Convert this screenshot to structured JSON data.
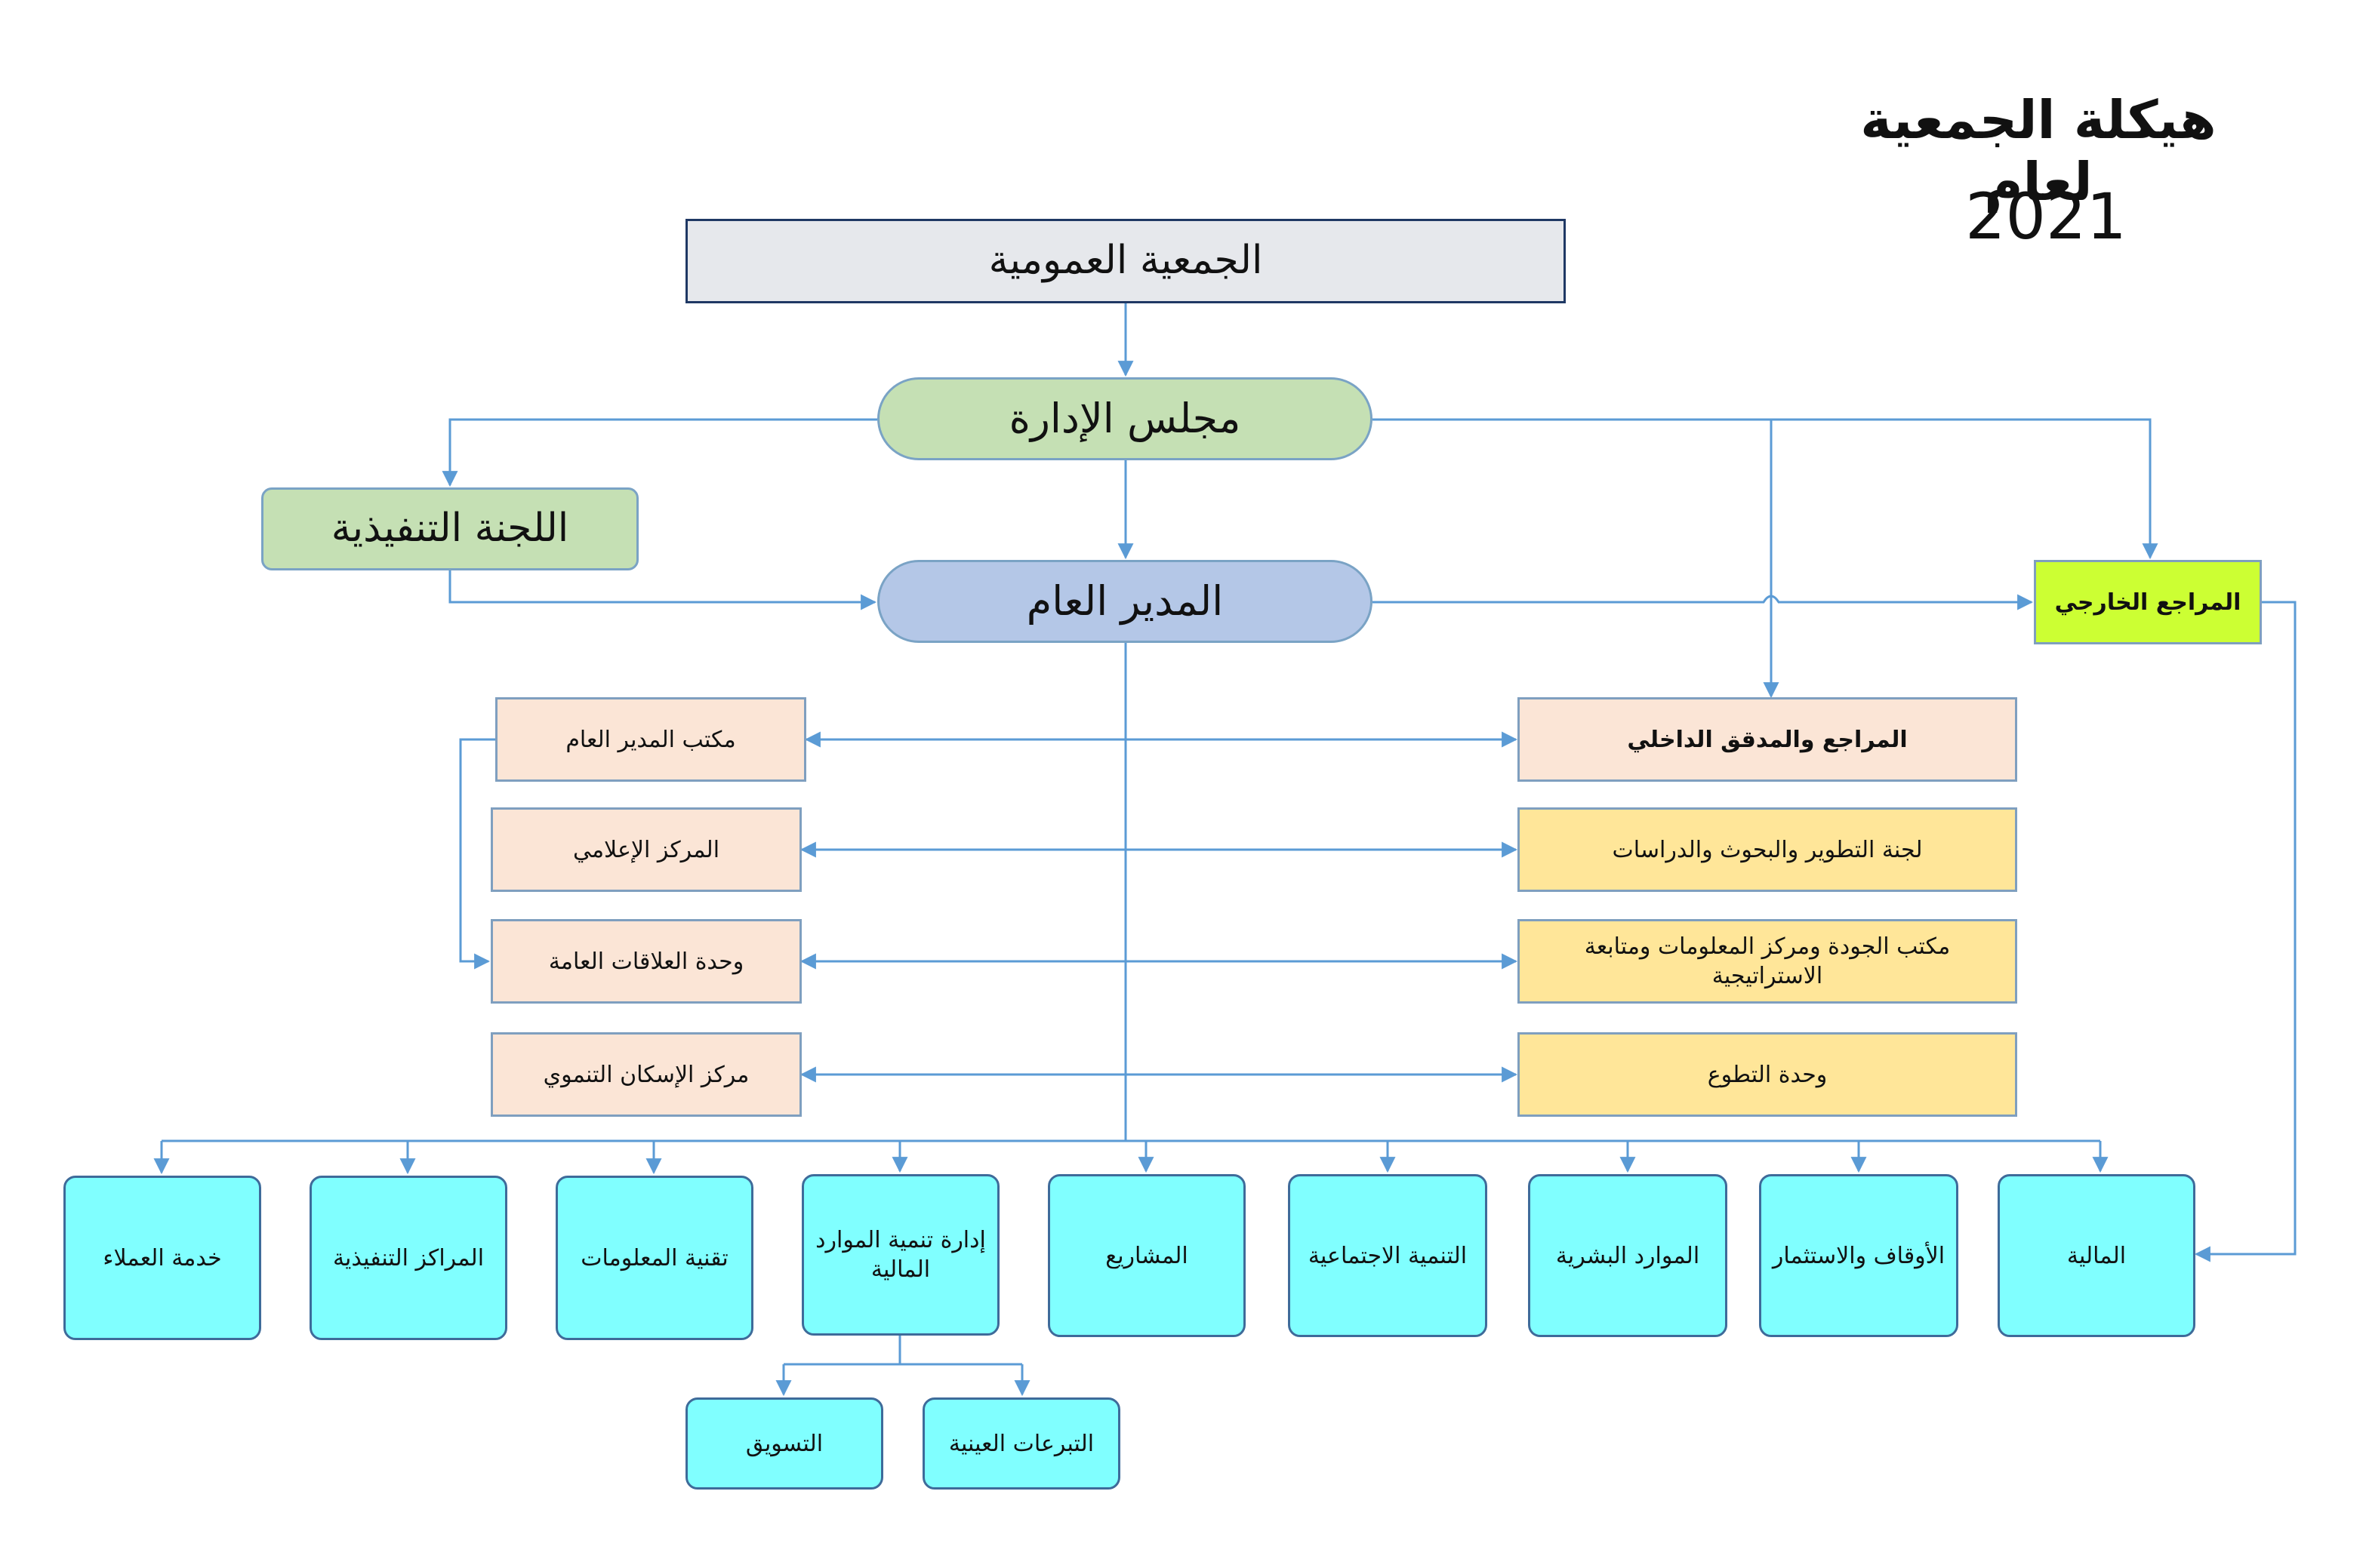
{
  "title": {
    "line1": "هيكلة الجمعية لعام",
    "line2": "2021"
  },
  "top": {
    "general_assembly": "الجمعية العمومية",
    "board": "مجلس الإدارة",
    "executive_committee": "اللجنة التنفيذية",
    "general_manager": "المدير العام",
    "external_auditor": "المراجع الخارجي"
  },
  "left_units": [
    "مكتب المدير العام",
    "المركز الإعلامي",
    "وحدة العلاقات العامة",
    "مركز الإسكان التنموي"
  ],
  "right_units": [
    "المراجع والمدقق الداخلي",
    "لجنة التطوير والبحوث والدراسات",
    "مكتب الجودة ومركز المعلومات ومتابعة الاستراتيجية",
    "وحدة التطوع"
  ],
  "departments": [
    "خدمة العملاء",
    "المراكز التنفيذية",
    "تقنية المعلومات",
    "إدارة تنمية الموارد المالية",
    "المشاريع",
    "التنمية الاجتماعية",
    "الموارد البشرية",
    "الأوقاف والاستثمار",
    "المالية"
  ],
  "sub_departments": [
    "التسويق",
    "التبرعات العينية"
  ],
  "colors": {
    "connector": "#5b9bd5",
    "general_fill": "#e6e8ec",
    "board_fill": "#c5e0b4",
    "manager_fill": "#b4c7e7",
    "auditor_fill": "#ccff33",
    "peach_fill": "#fbe5d6",
    "gold_fill": "#ffe699",
    "department_fill": "#80ffff"
  }
}
